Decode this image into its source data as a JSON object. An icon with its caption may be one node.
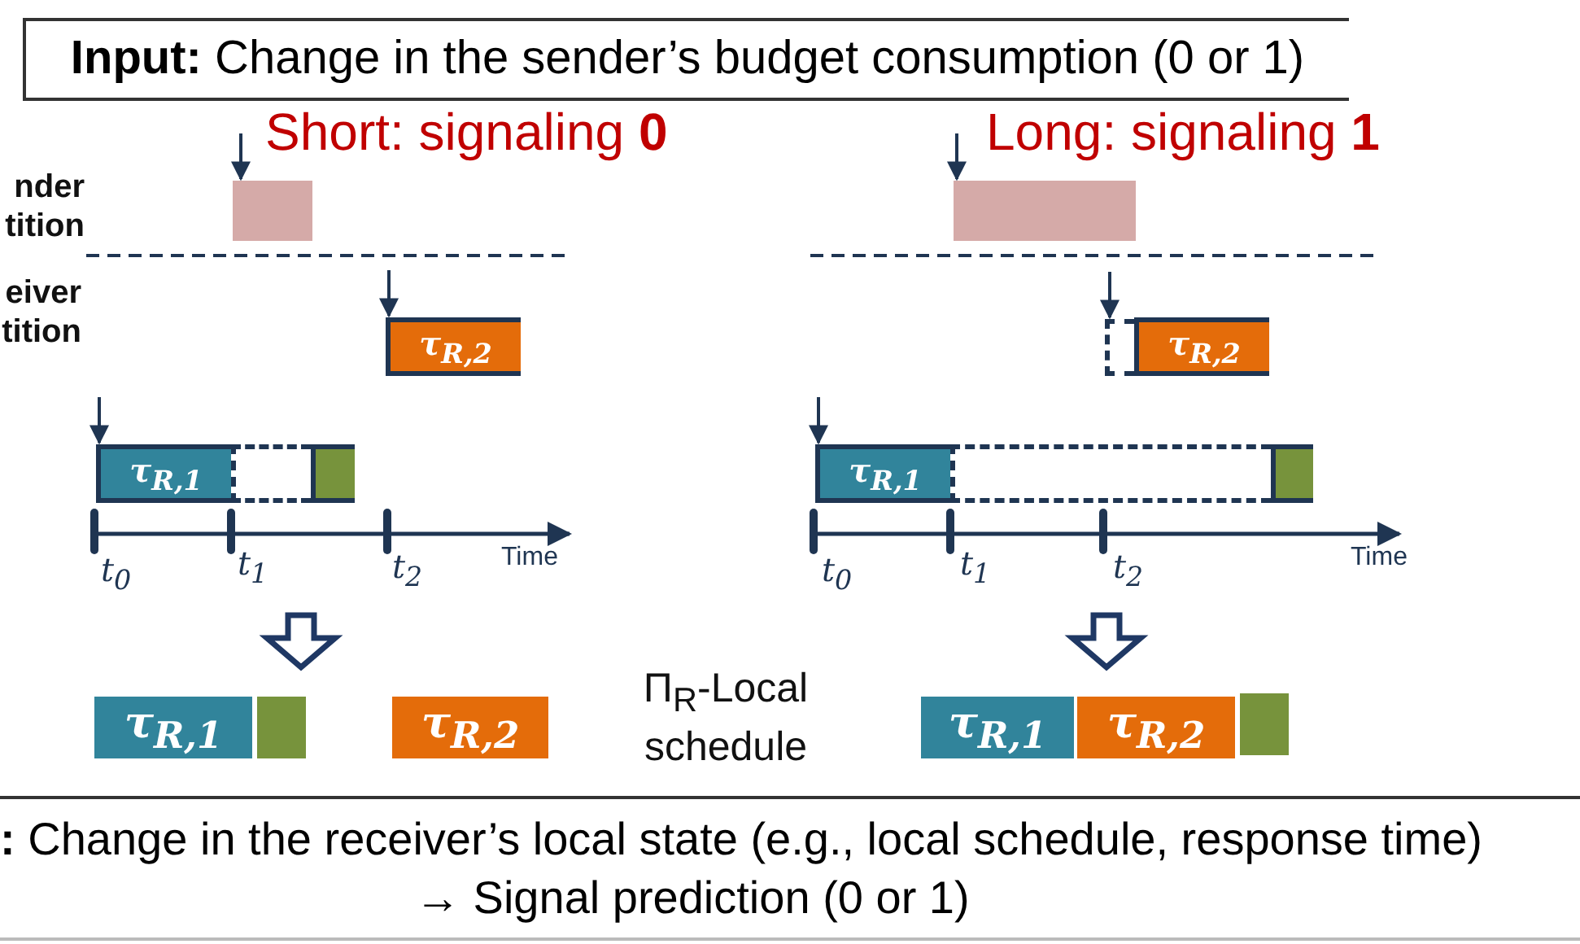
{
  "diagram": {
    "nodes": [
      {
        "text": [
          "**Input:** Change in the sender’s budget consumption (0 or 1)"
        ]
      },
      {
        "text": [],
        "shape": "box"
      },
      {
        "text": [
          "τ$_{R,2}$"
        ]
      },
      {
        "text": [
          "τ$_{R,1}$"
        ]
      },
      {
        "text": [],
        "shape": "box"
      },
      {
        "text": [],
        "shape": "box"
      },
      {
        "text": [],
        "shape": "box"
      },
      {
        "text": [],
        "shape": "box"
      },
      {
        "text": [
          "τ$_{R,2}$"
        ]
      },
      {
        "text": [
          "τ$_{R,1}$"
        ]
      },
      {
        "text": [],
        "shape": "box"
      },
      {
        "text": [],
        "shape": "box"
      },
      {
        "text": [
          "τ$_{R,1}$"
        ]
      },
      {
        "text": [],
        "shape": "box"
      },
      {
        "text": [
          "τ$_{R,2}$"
        ]
      },
      {
        "text": [
          "τ$_{R,1}$"
        ]
      },
      {
        "text": [
          "τ$_{R,2}$"
        ]
      },
      {
        "text": [],
        "shape": "box"
      },
      {
        "text": [
          "**:** Change in the receiver’s local state (e.g., local schedule, response time)",
          "→ Signal prediction (0 or 1)"
        ]
      }
    ],
    "edges": [
      {
        "from": null,
        "to": 1,
        "arrow": "to"
      },
      {
        "from": null,
        "to": 2,
        "arrow": "to"
      },
      {
        "from": null,
        "to": 3,
        "arrow": "to"
      },
      {
        "from": null,
        "to": 6,
        "arrow": "to"
      },
      {
        "from": null,
        "to": 7,
        "arrow": "to"
      },
      {
        "from": null,
        "to": 9,
        "arrow": "to"
      }
    ],
    "labels": [
      "Short: signaling **0**",
      "Long: signaling **1**",
      "nder tition",
      "eiver tition",
      "t$_{0}$",
      "t$_{1}$",
      "t$_{2}$",
      "Time",
      "t$_{0}$",
      "t$_{1}$",
      "t$_{2}$",
      "Time",
      "Π$_{R}$-Local schedule"
    ]
  }
}
